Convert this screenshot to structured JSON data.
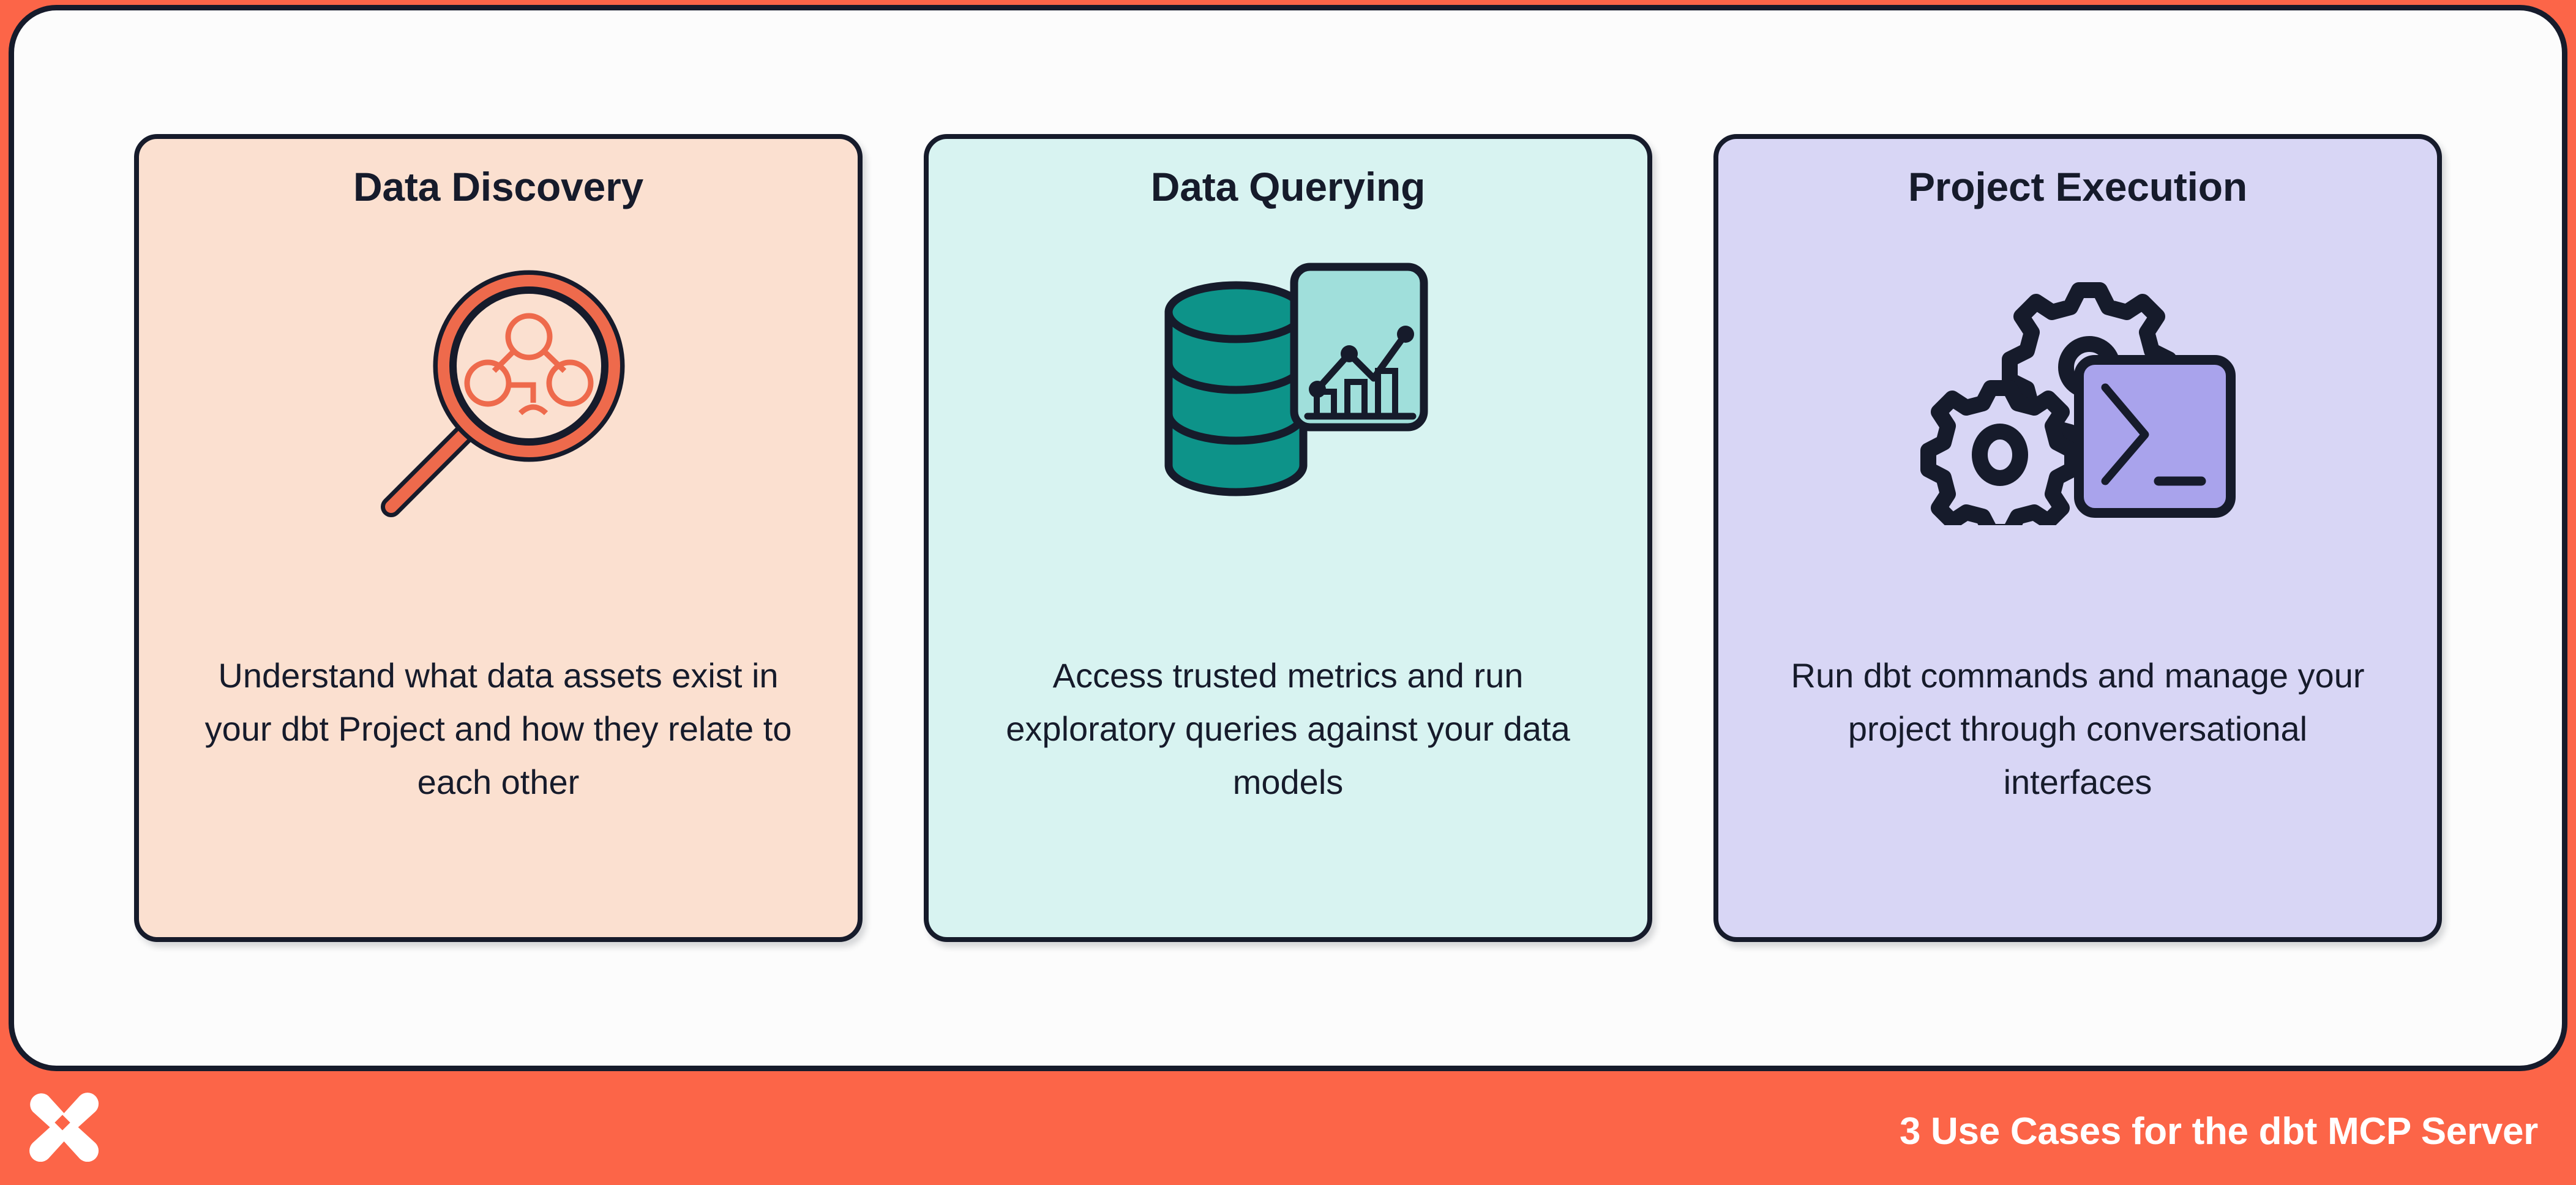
{
  "footer": {
    "caption": "3 Use Cases for the dbt MCP Server",
    "logo_icon": "dbt-logo-icon",
    "background_color": "#FC6548",
    "text_color": "#FFFFFF"
  },
  "frame": {
    "background_color": "#FCFCFC",
    "border_color": "#161B2B"
  },
  "cards": [
    {
      "title": "Data Discovery",
      "body": "Understand what data assets exist in your dbt Project and how they relate to each other",
      "background_color": "#FBE0D0",
      "accent_color": "#EE6A4C",
      "icon": "magnifying-glass-lineage-icon"
    },
    {
      "title": "Data Querying",
      "body": "Access trusted metrics and run exploratory queries against your data models",
      "background_color": "#D8F3F1",
      "accent_color": "#0D9389",
      "icon": "database-chart-icon"
    },
    {
      "title": "Project Execution",
      "body": "Run dbt commands and manage your project through conversational interfaces",
      "background_color": "#D8D6F5",
      "accent_color": "#A9A3EC",
      "icon": "gears-terminal-icon"
    }
  ]
}
